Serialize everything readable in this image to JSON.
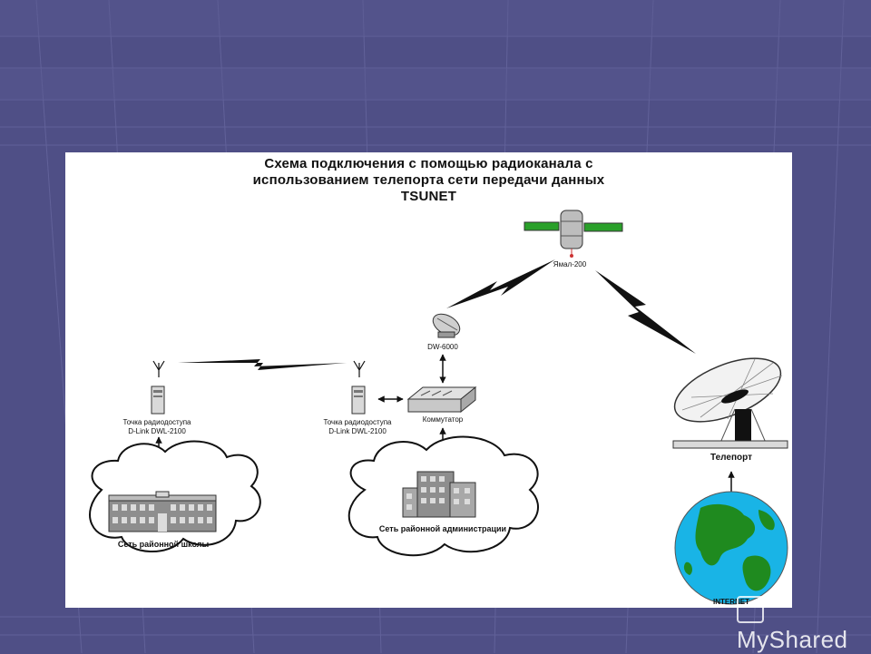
{
  "title": {
    "line1": "Схема подключения с помощью радиоканала с",
    "line2": "использованием телепорта сети передачи данных",
    "line3": "TSUNET"
  },
  "nodes": {
    "satellite": "Ямал-200",
    "dish_small": "DW-6000",
    "switch": "Коммутатор",
    "ap_left_line1": "Точка радиодоступа",
    "ap_left_line2": "D-Link DWL-2100",
    "ap_mid_line1": "Точка радиодоступа",
    "ap_mid_line2": "D-Link DWL-2100",
    "teleport": "Телепорт",
    "internet": "INTERNET"
  },
  "clouds": {
    "school": "Сеть районной школы",
    "admin": "Сеть районной администрации"
  },
  "watermark": "MyShared",
  "colors": {
    "background": "#4f4f86",
    "panel": "#ffffff",
    "satellite_panels": "#2aa02a",
    "globe_ocean": "#19b4e6",
    "globe_land": "#1f8a1f"
  }
}
